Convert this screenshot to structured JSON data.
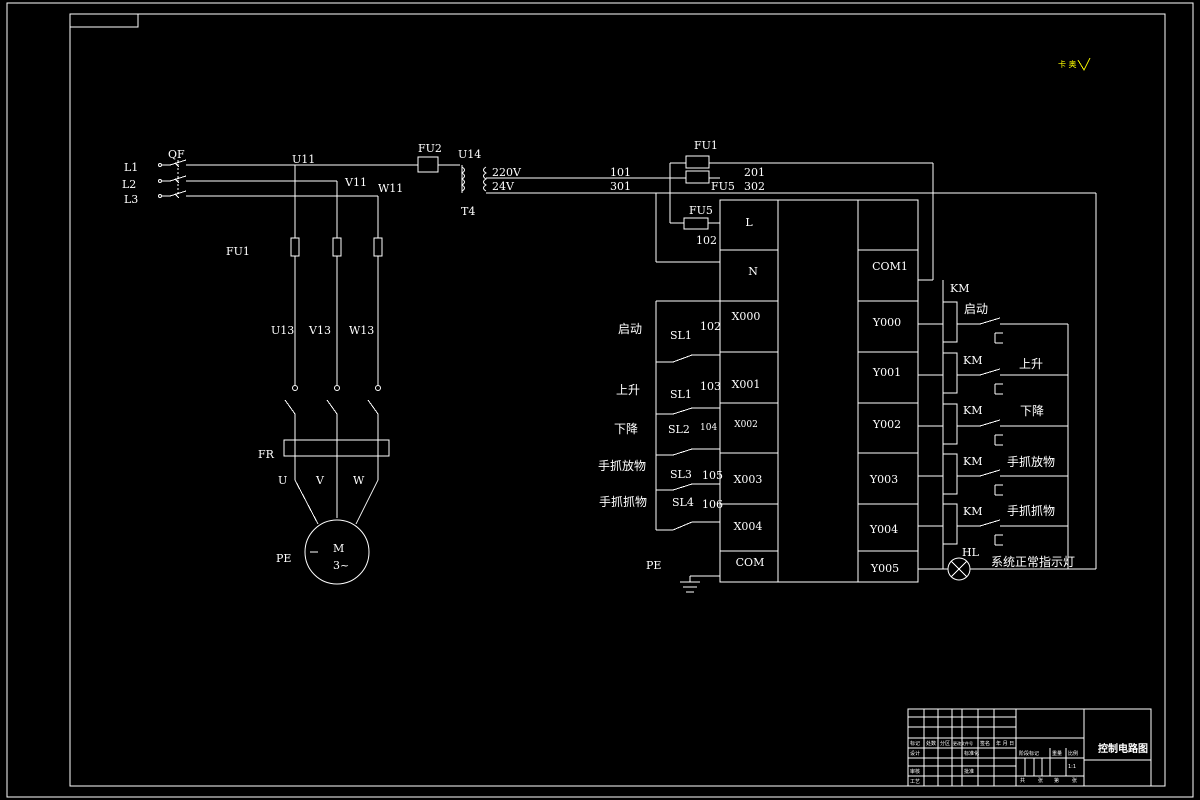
{
  "colors": {
    "background": "#000000",
    "lines": "#ffffff",
    "logo": "#ffff00"
  },
  "main_circuit": {
    "phases": [
      "L1",
      "L2",
      "L3"
    ],
    "breaker": "QF",
    "feeds": [
      "U11",
      "V11",
      "W11"
    ],
    "fuses": "FU1",
    "lines": [
      "U13",
      "V13",
      "W13"
    ],
    "relay": "FR",
    "motor_terminals": [
      "U",
      "V",
      "W"
    ],
    "motor_label": "M",
    "motor_sub": "3~",
    "ground": "PE"
  },
  "transformer": {
    "fuse": "FU2",
    "input": "U14",
    "name": "T4",
    "v220": "220V",
    "v24": "24V"
  },
  "wires": {
    "w101": "101",
    "w301": "301",
    "w201": "201",
    "w302": "302",
    "fu1": "FU1",
    "fu5a": "FU5",
    "fu5b": "FU5",
    "w102": "102"
  },
  "plc": {
    "left_terms": [
      "L",
      "N",
      "X000",
      "X001",
      "X002",
      "X003",
      "X004",
      "COM"
    ],
    "right_terms": [
      "COM1",
      "Y000",
      "Y001",
      "Y002",
      "Y003",
      "Y004",
      "Y005"
    ]
  },
  "inputs": [
    {
      "label": "启动",
      "switch": "SL1",
      "wire": "102"
    },
    {
      "label": "上升",
      "switch": "SL1",
      "wire": "103"
    },
    {
      "label": "下降",
      "switch": "SL2",
      "wire": "104"
    },
    {
      "label": "手抓放物",
      "switch": "SL3",
      "wire": "105"
    },
    {
      "label": "手抓抓物",
      "switch": "SL4",
      "wire": "106"
    }
  ],
  "input_ground": "PE",
  "outputs": [
    {
      "coil": "KM",
      "label": "启动"
    },
    {
      "coil": "KM",
      "label": "上升"
    },
    {
      "coil": "KM",
      "label": "下降"
    },
    {
      "coil": "KM",
      "label": "手抓放物"
    },
    {
      "coil": "KM",
      "label": "手抓抓物"
    }
  ],
  "lamp": {
    "name": "HL",
    "label": "系统正常指示灯"
  },
  "title_block": {
    "title": "控制电路图",
    "scale": "1:1",
    "row_labels": [
      "设计",
      "审核",
      "工艺"
    ],
    "header_cells": [
      "标记",
      "处数",
      "分区",
      "更改文件号",
      "签名",
      "年 月 日"
    ],
    "right_cells": [
      "阶段标记",
      "重量",
      "比例"
    ],
    "std_cells": [
      "标准化",
      "批准"
    ],
    "sheet_cells": [
      "共",
      "张",
      "第",
      "张"
    ]
  }
}
